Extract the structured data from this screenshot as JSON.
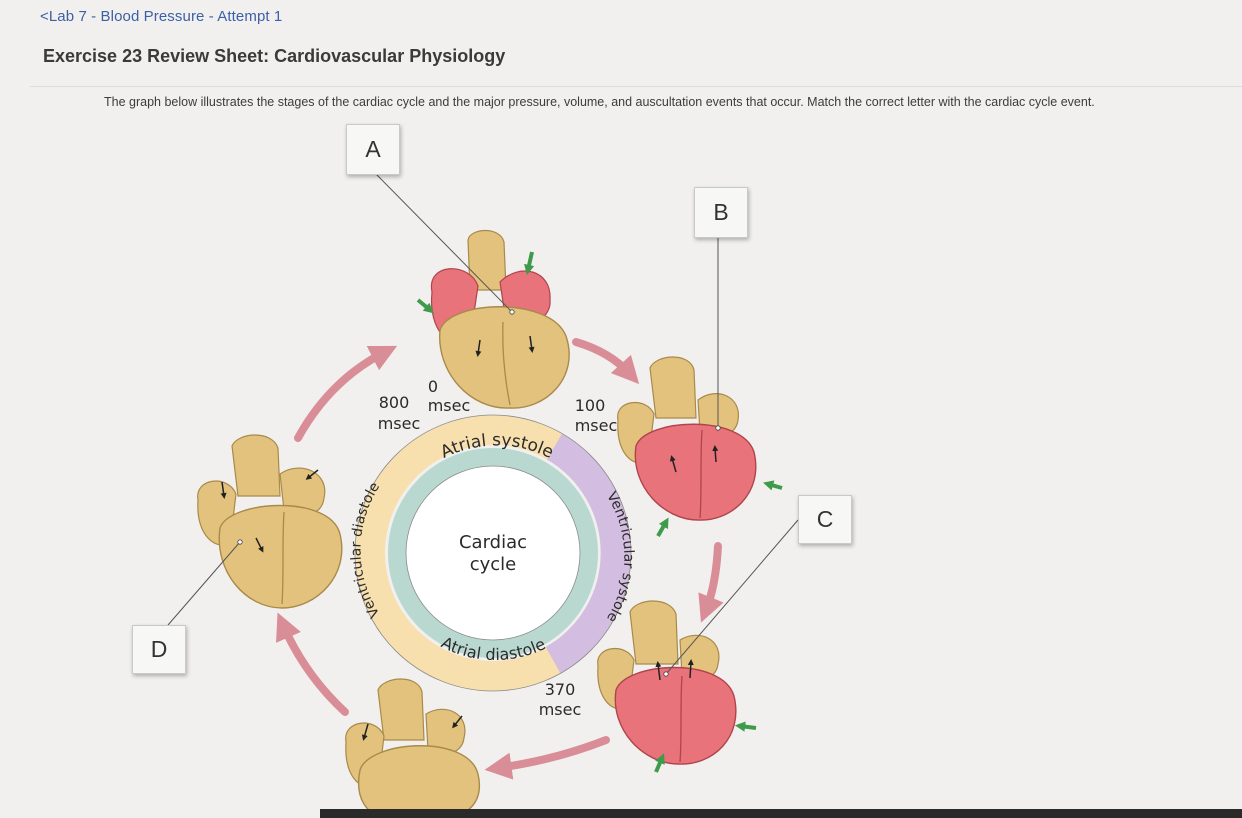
{
  "nav": {
    "back_label": "<Lab 7 - Blood Pressure - Attempt 1"
  },
  "page": {
    "title": "Exercise 23 Review Sheet: Cardiovascular Physiology",
    "instructions": "The graph below illustrates the stages of the cardiac cycle and the major pressure, volume, and auscultation events that occur.  Match the correct letter with the cardiac cycle event."
  },
  "diagram": {
    "center_line1": "Cardiac",
    "center_line2": "cycle",
    "phases": {
      "atrial_systole": "Atrial systole",
      "ventricular_systole": "Ventricular systole",
      "atrial_diastole": "Atrial diastole",
      "ventricular_diastole": "Ventricular diastole"
    },
    "times": {
      "t0_value": "0",
      "t0_unit": "msec",
      "t800_value": "800",
      "t800_unit": "msec",
      "t100_value": "100",
      "t100_unit": "msec",
      "t370_value": "370",
      "t370_unit": "msec"
    },
    "letters": {
      "a": "A",
      "b": "B",
      "c": "C",
      "d": "D"
    }
  },
  "colors": {
    "ring_orange": "#f7dfae",
    "ring_teal": "#b9d9d0",
    "ring_purple": "#d3bde0",
    "flow_arrow": "#d98e97",
    "heart_tan": "#e2c27c",
    "heart_red": "#e8737a",
    "green_arrow": "#3f9b4b"
  }
}
